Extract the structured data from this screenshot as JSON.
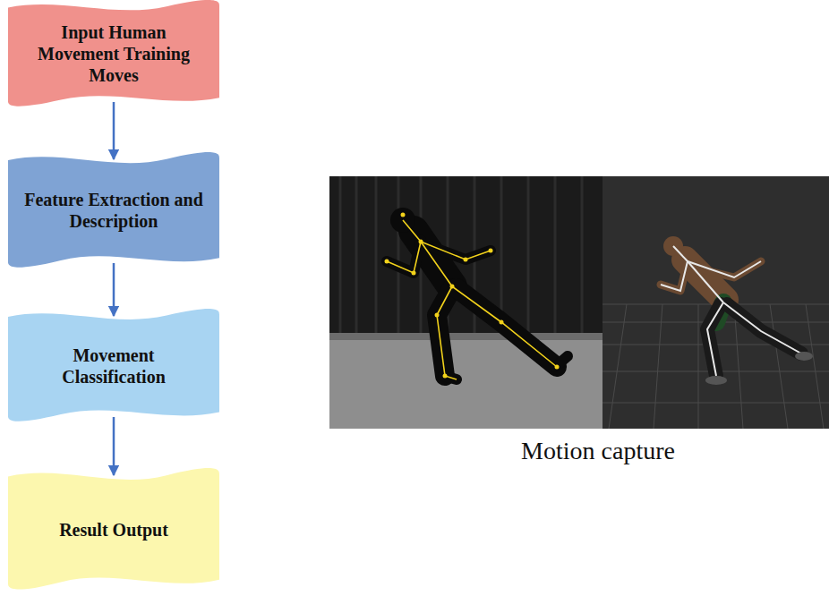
{
  "diagram": {
    "nodes": [
      {
        "text": [
          "Input Human Movement Training Moves"
        ]
      },
      {
        "text": [
          "Feature Extraction and Description"
        ]
      },
      {
        "text": [
          "Movement Classification"
        ]
      },
      {
        "text": [
          "Result Output"
        ]
      }
    ],
    "edges": [
      {
        "from": 0,
        "to": 1,
        "arrow": "to"
      },
      {
        "from": 1,
        "to": 2,
        "arrow": "to"
      },
      {
        "from": 2,
        "to": 3,
        "arrow": "to"
      }
    ],
    "labels": [
      "Motion capture"
    ]
  }
}
